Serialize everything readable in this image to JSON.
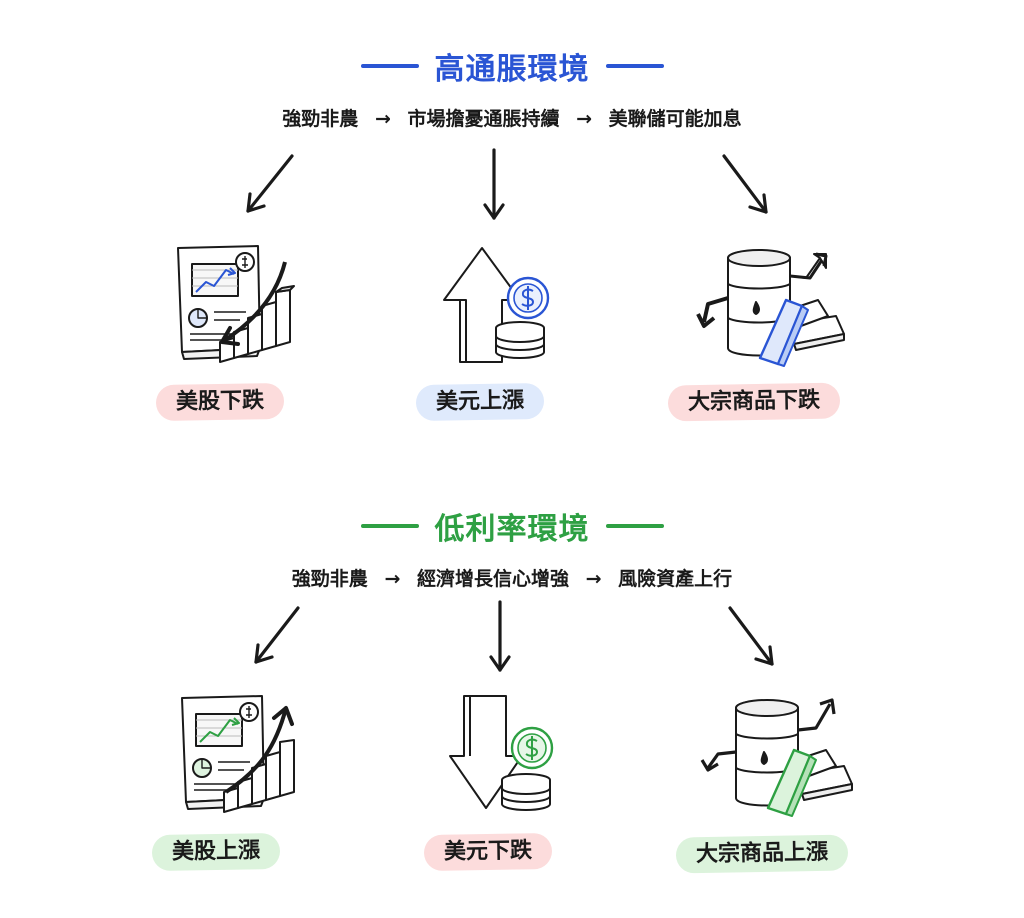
{
  "sections": [
    {
      "id": "high",
      "title": "高通脹環境",
      "title_color": "#2a55d4",
      "chain": [
        "強勁非農",
        "市場擔憂通脹持續",
        "美聯儲可能加息"
      ],
      "chain_sep": "→",
      "accent": "#2a55d4",
      "items": [
        {
          "label": "美股下跌",
          "pill_color": "#fcdcdc",
          "icon": "stock-chart-down-icon"
        },
        {
          "label": "美元上漲",
          "pill_color": "#dfeafc",
          "icon": "dollar-up-icon"
        },
        {
          "label": "大宗商品下跌",
          "pill_color": "#fcdcdc",
          "icon": "oil-barrel-gold-down-icon"
        }
      ]
    },
    {
      "id": "low",
      "title": "低利率環境",
      "title_color": "#2ea043",
      "chain": [
        "強勁非農",
        "經濟增長信心增強",
        "風險資產上行"
      ],
      "chain_sep": "→",
      "accent": "#2ea043",
      "items": [
        {
          "label": "美股上漲",
          "pill_color": "#dcf3dc",
          "icon": "stock-chart-up-icon"
        },
        {
          "label": "美元下跌",
          "pill_color": "#fcdcdc",
          "icon": "dollar-down-icon"
        },
        {
          "label": "大宗商品上漲",
          "pill_color": "#dcf3dc",
          "icon": "oil-barrel-gold-up-icon"
        }
      ]
    }
  ]
}
